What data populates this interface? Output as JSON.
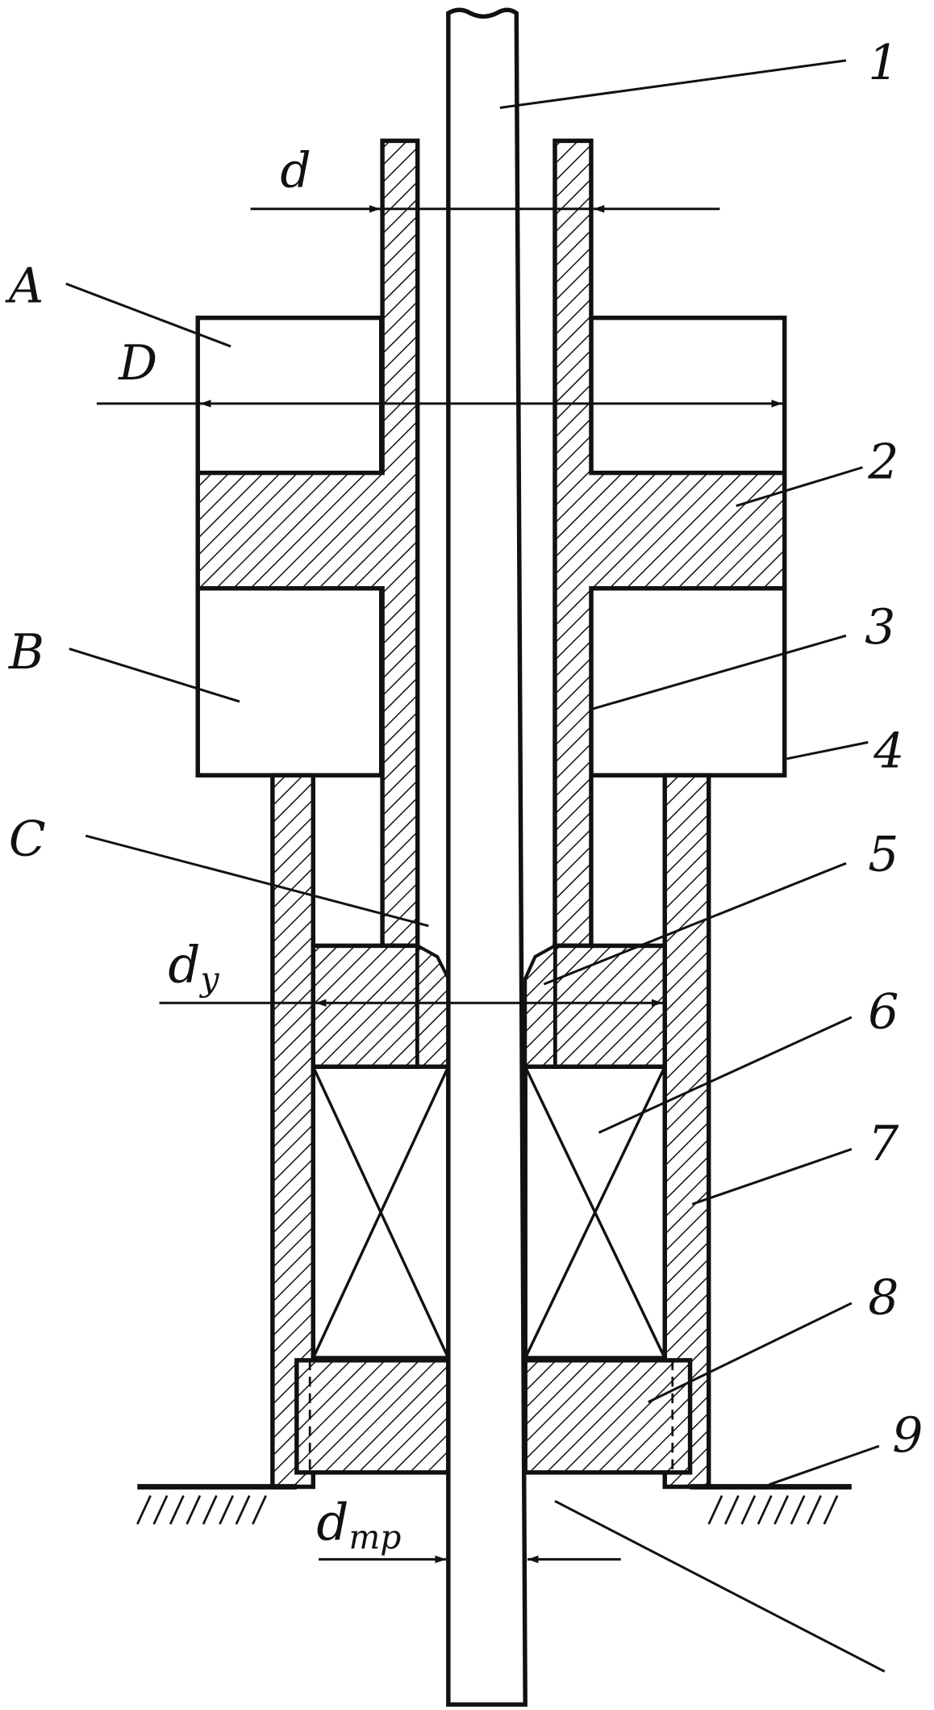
{
  "labels": {
    "n1": "1",
    "n2": "2",
    "n3": "3",
    "n4": "4",
    "n5": "5",
    "n6": "6",
    "n7": "7",
    "n8": "8",
    "n9": "9",
    "A": "A",
    "B": "B",
    "C": "C",
    "D": "D",
    "d": "d",
    "dy_main": "d",
    "dy_sub": "y",
    "dtr_main": "d",
    "dtr_sub": "тр"
  },
  "colors": {
    "line": "#111111",
    "background": "#ffffff"
  }
}
